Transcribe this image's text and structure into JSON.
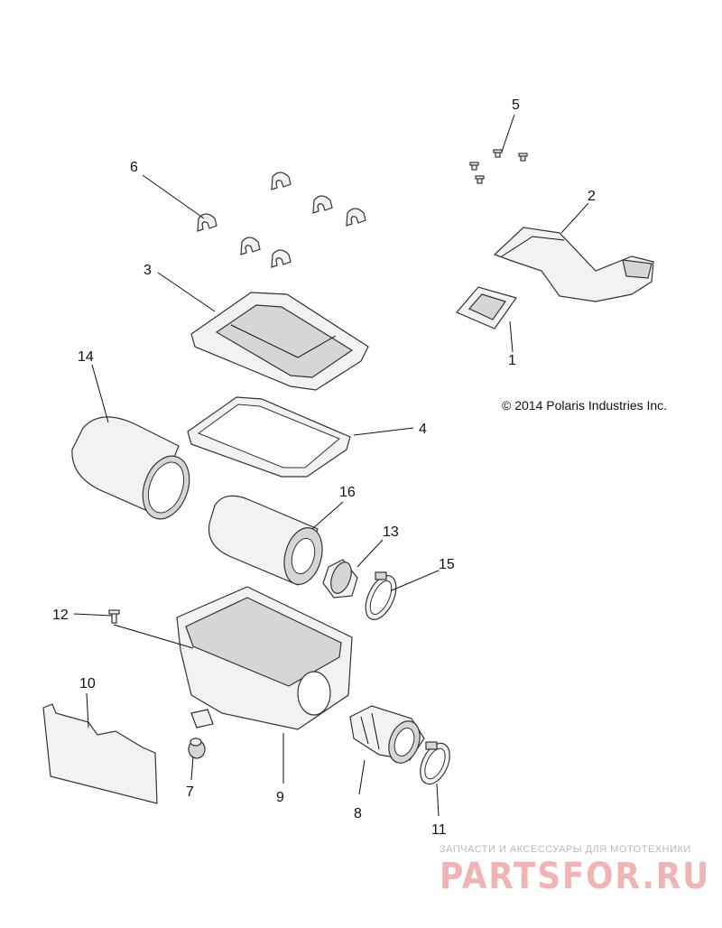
{
  "copyright": "© 2014 Polaris Industries Inc.",
  "callouts": {
    "c1": "1",
    "c2": "2",
    "c3": "3",
    "c4": "4",
    "c5": "5",
    "c6": "6",
    "c7": "7",
    "c8": "8",
    "c9": "9",
    "c10": "10",
    "c11": "11",
    "c12": "12",
    "c13": "13",
    "c14": "14",
    "c15": "15",
    "c16": "16"
  },
  "watermark": {
    "tagline": "ЗАПЧАСТИ И АКСЕССУАРЫ ДЛЯ МОТОТЕХНИКИ",
    "brand": "PARTSFOR.RU"
  }
}
